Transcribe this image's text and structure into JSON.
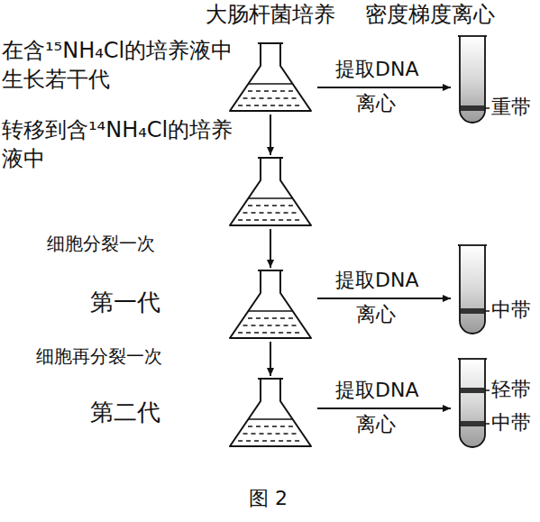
{
  "diagram": {
    "caption": "图 2",
    "labels": [
      "大肠杆菌培养",
      "密度梯度离心",
      "在含¹⁵NH₄Cl的培养液中生长若干代",
      "提取DNA",
      "离心",
      "重带",
      "转移到含¹⁴NH₄Cl的培养液中",
      "细胞分裂一次",
      "第一代",
      "提取DNA",
      "离心",
      "中带",
      "细胞再分裂一次",
      "第二代",
      "提取DNA",
      "离心",
      "轻带",
      "中带"
    ]
  }
}
